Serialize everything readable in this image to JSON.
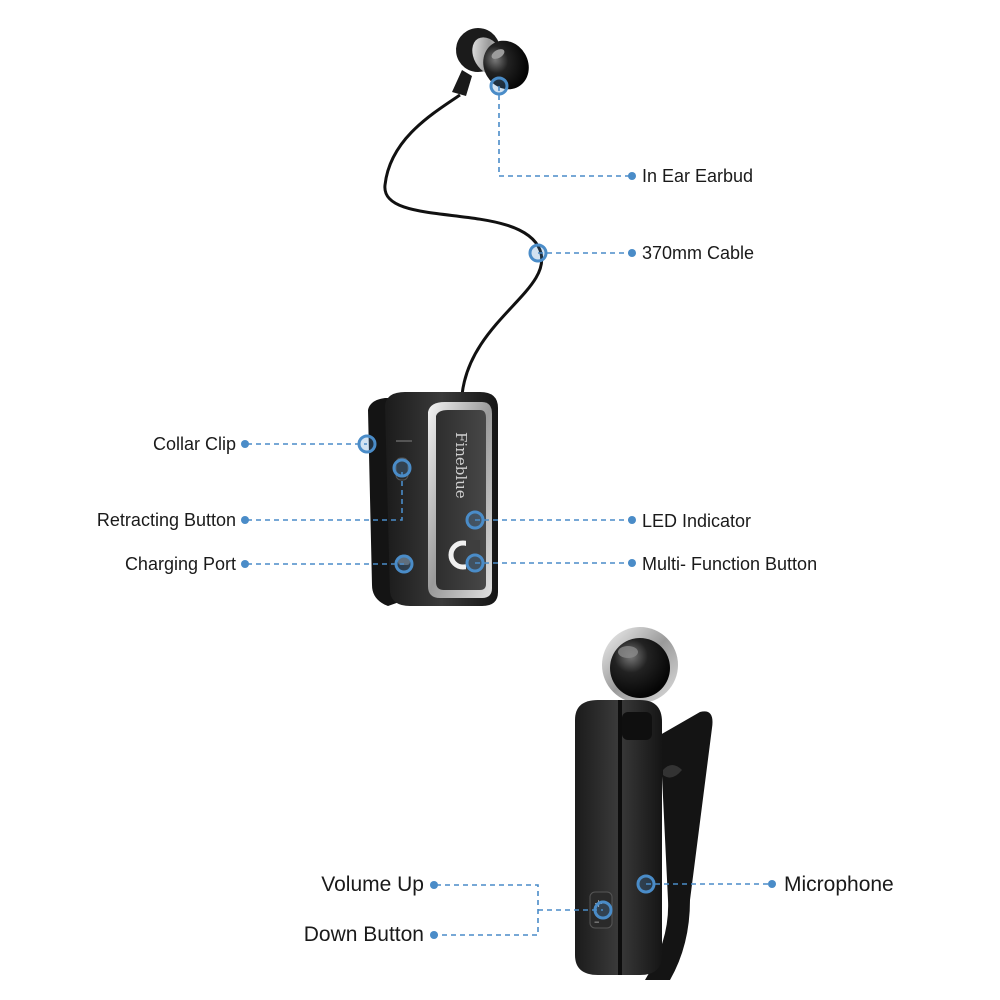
{
  "brand_text": "Fineblue",
  "accent_color": "#4a8cc8",
  "callouts": {
    "in_ear_earbud": "In Ear Earbud",
    "cable": "370mm Cable",
    "collar_clip": "Collar Clip",
    "retracting_button": "Retracting Button",
    "charging_port": "Charging Port",
    "led_indicator": "LED Indicator",
    "multi_function_button": "Multi- Function Button",
    "volume_up": "Volume Up",
    "down_button": "Down Button",
    "microphone": "Microphone"
  },
  "button_symbols": {
    "plus": "+",
    "minus": "–"
  }
}
